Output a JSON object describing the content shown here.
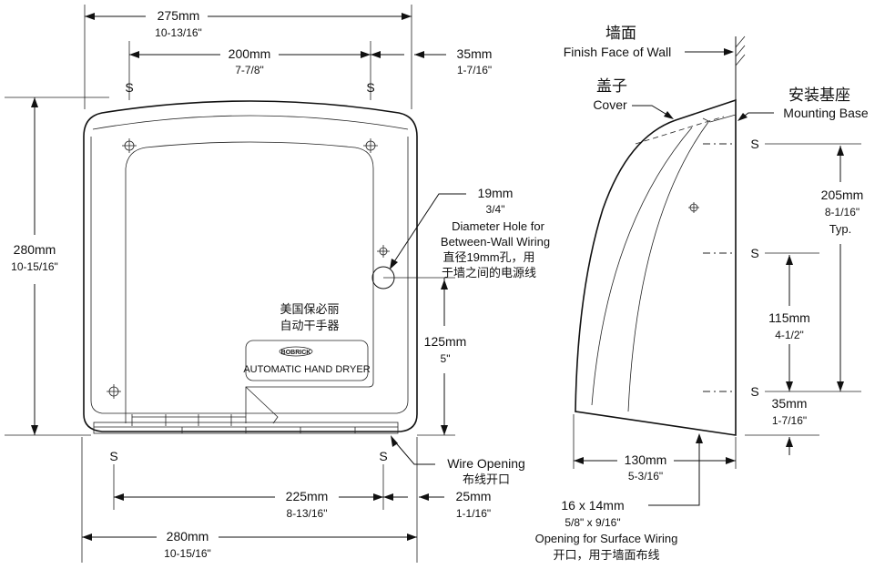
{
  "front": {
    "width_top": {
      "mm": "275mm",
      "in": "10-13/16\""
    },
    "hole_spacing_top": {
      "mm": "200mm",
      "in": "7-7/8\""
    },
    "side_offset": {
      "mm": "35mm",
      "in": "1-7/16\""
    },
    "height": {
      "mm": "280mm",
      "in": "10-15/16\""
    },
    "wiring_hole": {
      "mm": "19mm",
      "in": "3/4\"",
      "desc1": "Diameter Hole for",
      "desc2": "Between-Wall Wiring",
      "cn1": "直径19mm孔，用",
      "cn2": "于墙之间的电源线"
    },
    "wiring_height": {
      "mm": "125mm",
      "in": "5\""
    },
    "brand_cn1": "美国保必丽",
    "brand_cn2": "自动干手器",
    "plate_logo": "BOBRICK",
    "plate_text": "AUTOMATIC HAND DRYER",
    "screw_label": "S",
    "wire_opening": {
      "en": "Wire Opening",
      "cn": "布线开口"
    },
    "hole_spacing_bottom": {
      "mm": "225mm",
      "in": "8-13/16\""
    },
    "bottom_offset": {
      "mm": "25mm",
      "in": "1-1/16\""
    },
    "width_bottom": {
      "mm": "280mm",
      "in": "10-15/16\""
    }
  },
  "side": {
    "wall": {
      "cn": "墙面",
      "en": "Finish Face of Wall"
    },
    "cover": {
      "cn": "盖子",
      "en": "Cover"
    },
    "base": {
      "cn": "安装基座",
      "en": "Mounting Base"
    },
    "spacing_typ": {
      "mm": "205mm",
      "in": "8-1/16\"",
      "note": "Typ."
    },
    "spacing_mid": {
      "mm": "115mm",
      "in": "4-1/2\""
    },
    "bottom_offset": {
      "mm": "35mm",
      "in": "1-7/16\""
    },
    "depth": {
      "mm": "130mm",
      "in": "5-3/16\""
    },
    "surface_opening": {
      "size": "16 x 14mm",
      "in": "5/8\" x 9/16\"",
      "en": "Opening for Surface Wiring",
      "cn": "开口，用于墙面布线"
    }
  }
}
